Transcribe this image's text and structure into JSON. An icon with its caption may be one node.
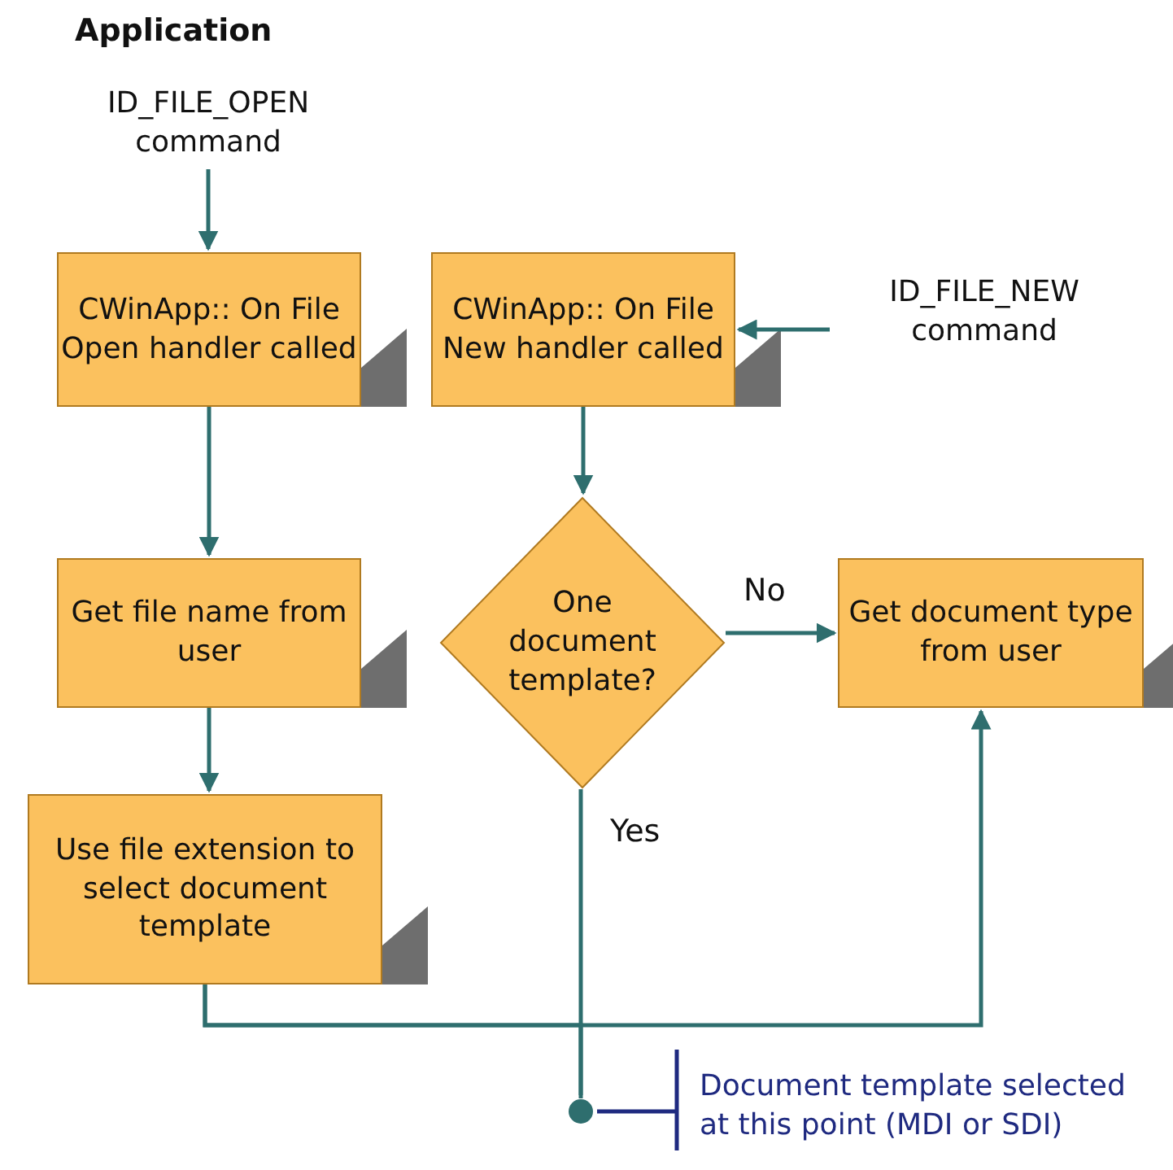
{
  "diagram": {
    "title": "Application",
    "nodes": [
      {
        "text": [
          "ID_FILE_OPEN command"
        ]
      },
      {
        "text": [
          "CWinApp:: On File Open handler called"
        ]
      },
      {
        "text": [
          "CWinApp:: On File New handler called"
        ]
      },
      {
        "text": [
          "ID_FILE_NEW command"
        ]
      },
      {
        "text": [
          "Get file name from user"
        ]
      },
      {
        "text": [
          "One document template?"
        ]
      },
      {
        "text": [
          "Get document type from user"
        ]
      },
      {
        "text": [
          "Use file extension to select document template"
        ]
      },
      {
        "text": [],
        "shape": "circle"
      },
      {
        "text": [
          "Document template selected at this point (MDI or SDI)"
        ]
      }
    ],
    "edges": [
      {
        "from": 0,
        "to": 1,
        "arrow": "to"
      },
      {
        "from": 3,
        "to": 2,
        "arrow": "to"
      },
      {
        "from": 1,
        "to": 4,
        "arrow": "to"
      },
      {
        "from": 2,
        "to": 5,
        "arrow": "to"
      },
      {
        "from": 5,
        "to": 6,
        "arrow": "to",
        "label": "No"
      },
      {
        "from": 4,
        "to": 7,
        "arrow": "to"
      },
      {
        "from": 5,
        "to": 8,
        "arrow": "none",
        "label": "Yes"
      },
      {
        "from": 7,
        "to": 8,
        "arrow": "none"
      },
      {
        "from": 7,
        "to": 6,
        "arrow": "to"
      },
      {
        "from": 9,
        "to": 8,
        "arrow": "none",
        "color": "#1f2a80"
      }
    ]
  }
}
